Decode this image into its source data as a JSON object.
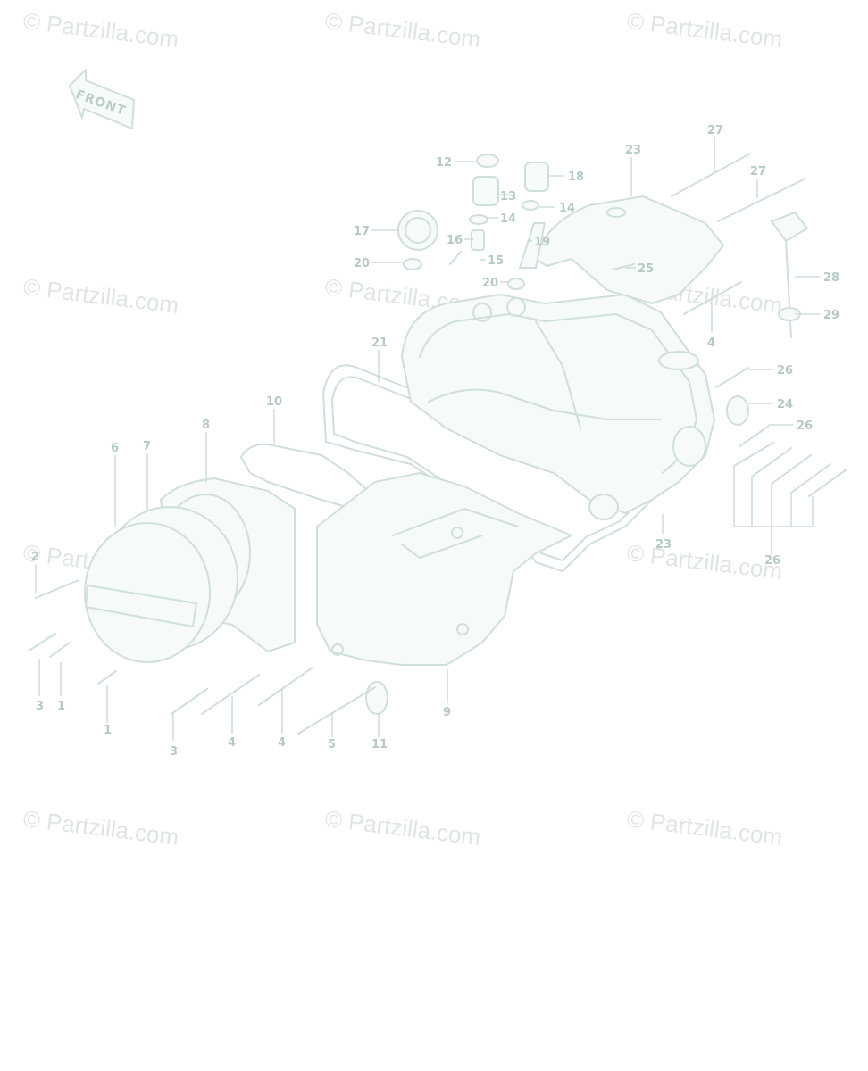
{
  "watermark": "© Partzilla.com",
  "front_label": "FRONT",
  "callouts": [
    {
      "id": "c12",
      "label": "12"
    },
    {
      "id": "c13",
      "label": "13"
    },
    {
      "id": "c14a",
      "label": "14"
    },
    {
      "id": "c14b",
      "label": "14"
    },
    {
      "id": "c18",
      "label": "18"
    },
    {
      "id": "c17",
      "label": "17"
    },
    {
      "id": "c16",
      "label": "16"
    },
    {
      "id": "c15",
      "label": "15"
    },
    {
      "id": "c20a",
      "label": "20"
    },
    {
      "id": "c20b",
      "label": "20"
    },
    {
      "id": "c19",
      "label": "19"
    },
    {
      "id": "c23a",
      "label": "23"
    },
    {
      "id": "c27a",
      "label": "27"
    },
    {
      "id": "c27b",
      "label": "27"
    },
    {
      "id": "c25",
      "label": "25"
    },
    {
      "id": "c28",
      "label": "28"
    },
    {
      "id": "c29",
      "label": "29"
    },
    {
      "id": "c4a",
      "label": "4"
    },
    {
      "id": "c21",
      "label": "21"
    },
    {
      "id": "c26a",
      "label": "26"
    },
    {
      "id": "c24",
      "label": "24"
    },
    {
      "id": "c26b",
      "label": "26"
    },
    {
      "id": "c10",
      "label": "10"
    },
    {
      "id": "c8",
      "label": "8"
    },
    {
      "id": "c7",
      "label": "7"
    },
    {
      "id": "c6",
      "label": "6"
    },
    {
      "id": "c23b",
      "label": "23"
    },
    {
      "id": "c26c",
      "label": "26"
    },
    {
      "id": "c2",
      "label": "2"
    },
    {
      "id": "c3a",
      "label": "3"
    },
    {
      "id": "c1a",
      "label": "1"
    },
    {
      "id": "c1b",
      "label": "1"
    },
    {
      "id": "c3b",
      "label": "3"
    },
    {
      "id": "c4b",
      "label": "4"
    },
    {
      "id": "c4c",
      "label": "4"
    },
    {
      "id": "c5",
      "label": "5"
    },
    {
      "id": "c11",
      "label": "11"
    },
    {
      "id": "c9",
      "label": "9"
    }
  ]
}
